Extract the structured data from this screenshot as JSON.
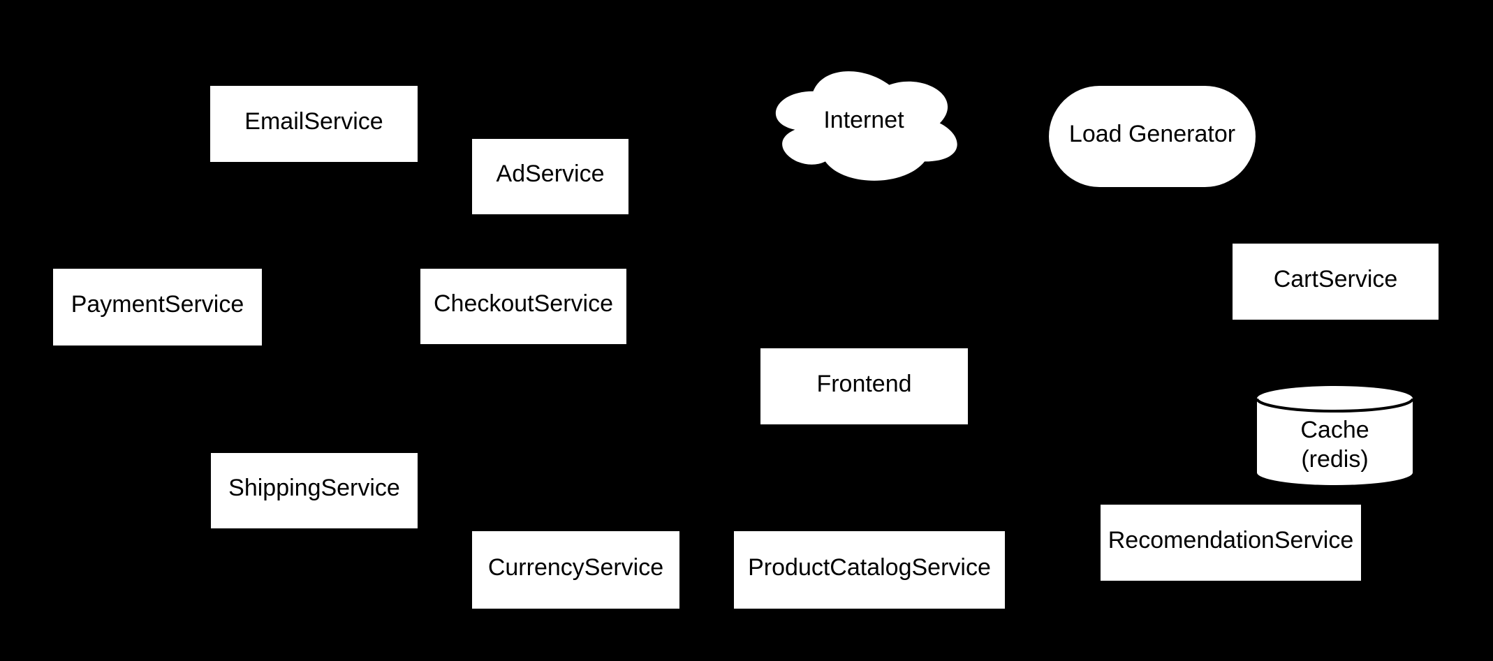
{
  "diagram": {
    "background_color": "#000000",
    "node_fill_color": "#ffffff",
    "node_text_color": "#000000",
    "cylinder_stroke_color": "#000000",
    "nodes": [
      {
        "id": "email-service",
        "shape": "rectangle",
        "label": "EmailService"
      },
      {
        "id": "ad-service",
        "shape": "rectangle",
        "label": "AdService"
      },
      {
        "id": "internet",
        "shape": "cloud",
        "label": "Internet"
      },
      {
        "id": "load-generator",
        "shape": "rounded",
        "label": "Load Generator"
      },
      {
        "id": "payment-service",
        "shape": "rectangle",
        "label": "PaymentService"
      },
      {
        "id": "checkout-service",
        "shape": "rectangle",
        "label": "CheckoutService"
      },
      {
        "id": "cart-service",
        "shape": "rectangle",
        "label": "CartService"
      },
      {
        "id": "frontend",
        "shape": "rectangle",
        "label": "Frontend"
      },
      {
        "id": "cache-redis",
        "shape": "cylinder",
        "label": "Cache (redis)",
        "lines": [
          "Cache",
          "(redis)"
        ]
      },
      {
        "id": "shipping-service",
        "shape": "rectangle",
        "label": "ShippingService"
      },
      {
        "id": "currency-service",
        "shape": "rectangle",
        "label": "CurrencyService"
      },
      {
        "id": "product-catalog-service",
        "shape": "rectangle",
        "label": "ProductCatalogService"
      },
      {
        "id": "recomendation-service",
        "shape": "rectangle",
        "label": "RecomendationService"
      }
    ]
  }
}
